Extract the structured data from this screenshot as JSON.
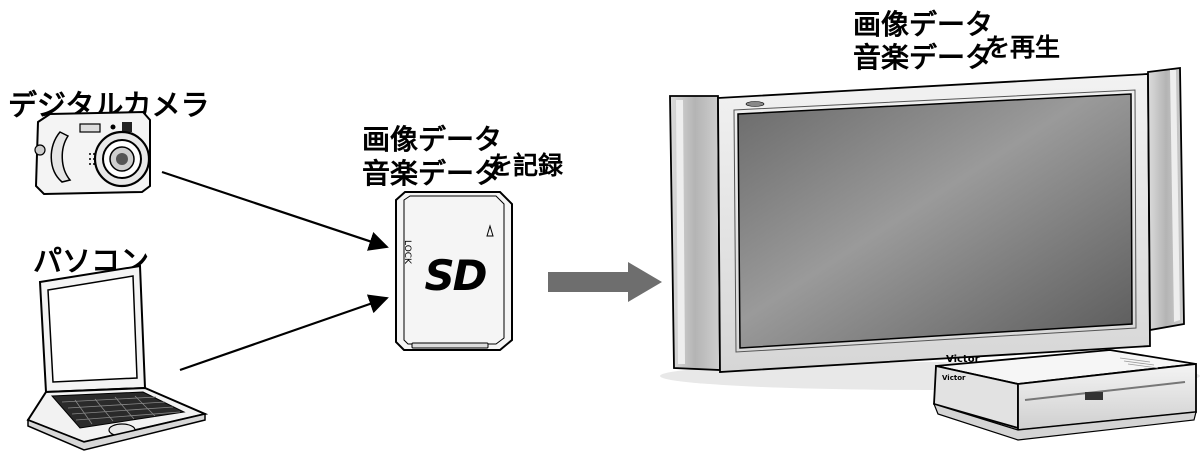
{
  "labels": {
    "camera": "デジタルカメラ",
    "pc": "パソコン",
    "sd_image": "画像データ",
    "sd_music": "音楽データ",
    "sd_action": "を記録",
    "tv_image": "画像データ",
    "tv_music": "音楽データ",
    "tv_action": "を再生"
  },
  "device_text": {
    "sd_logo": "SD",
    "sd_lock": "LOCK",
    "tv_brand": "Victor",
    "recorder_brand": "Victor"
  }
}
